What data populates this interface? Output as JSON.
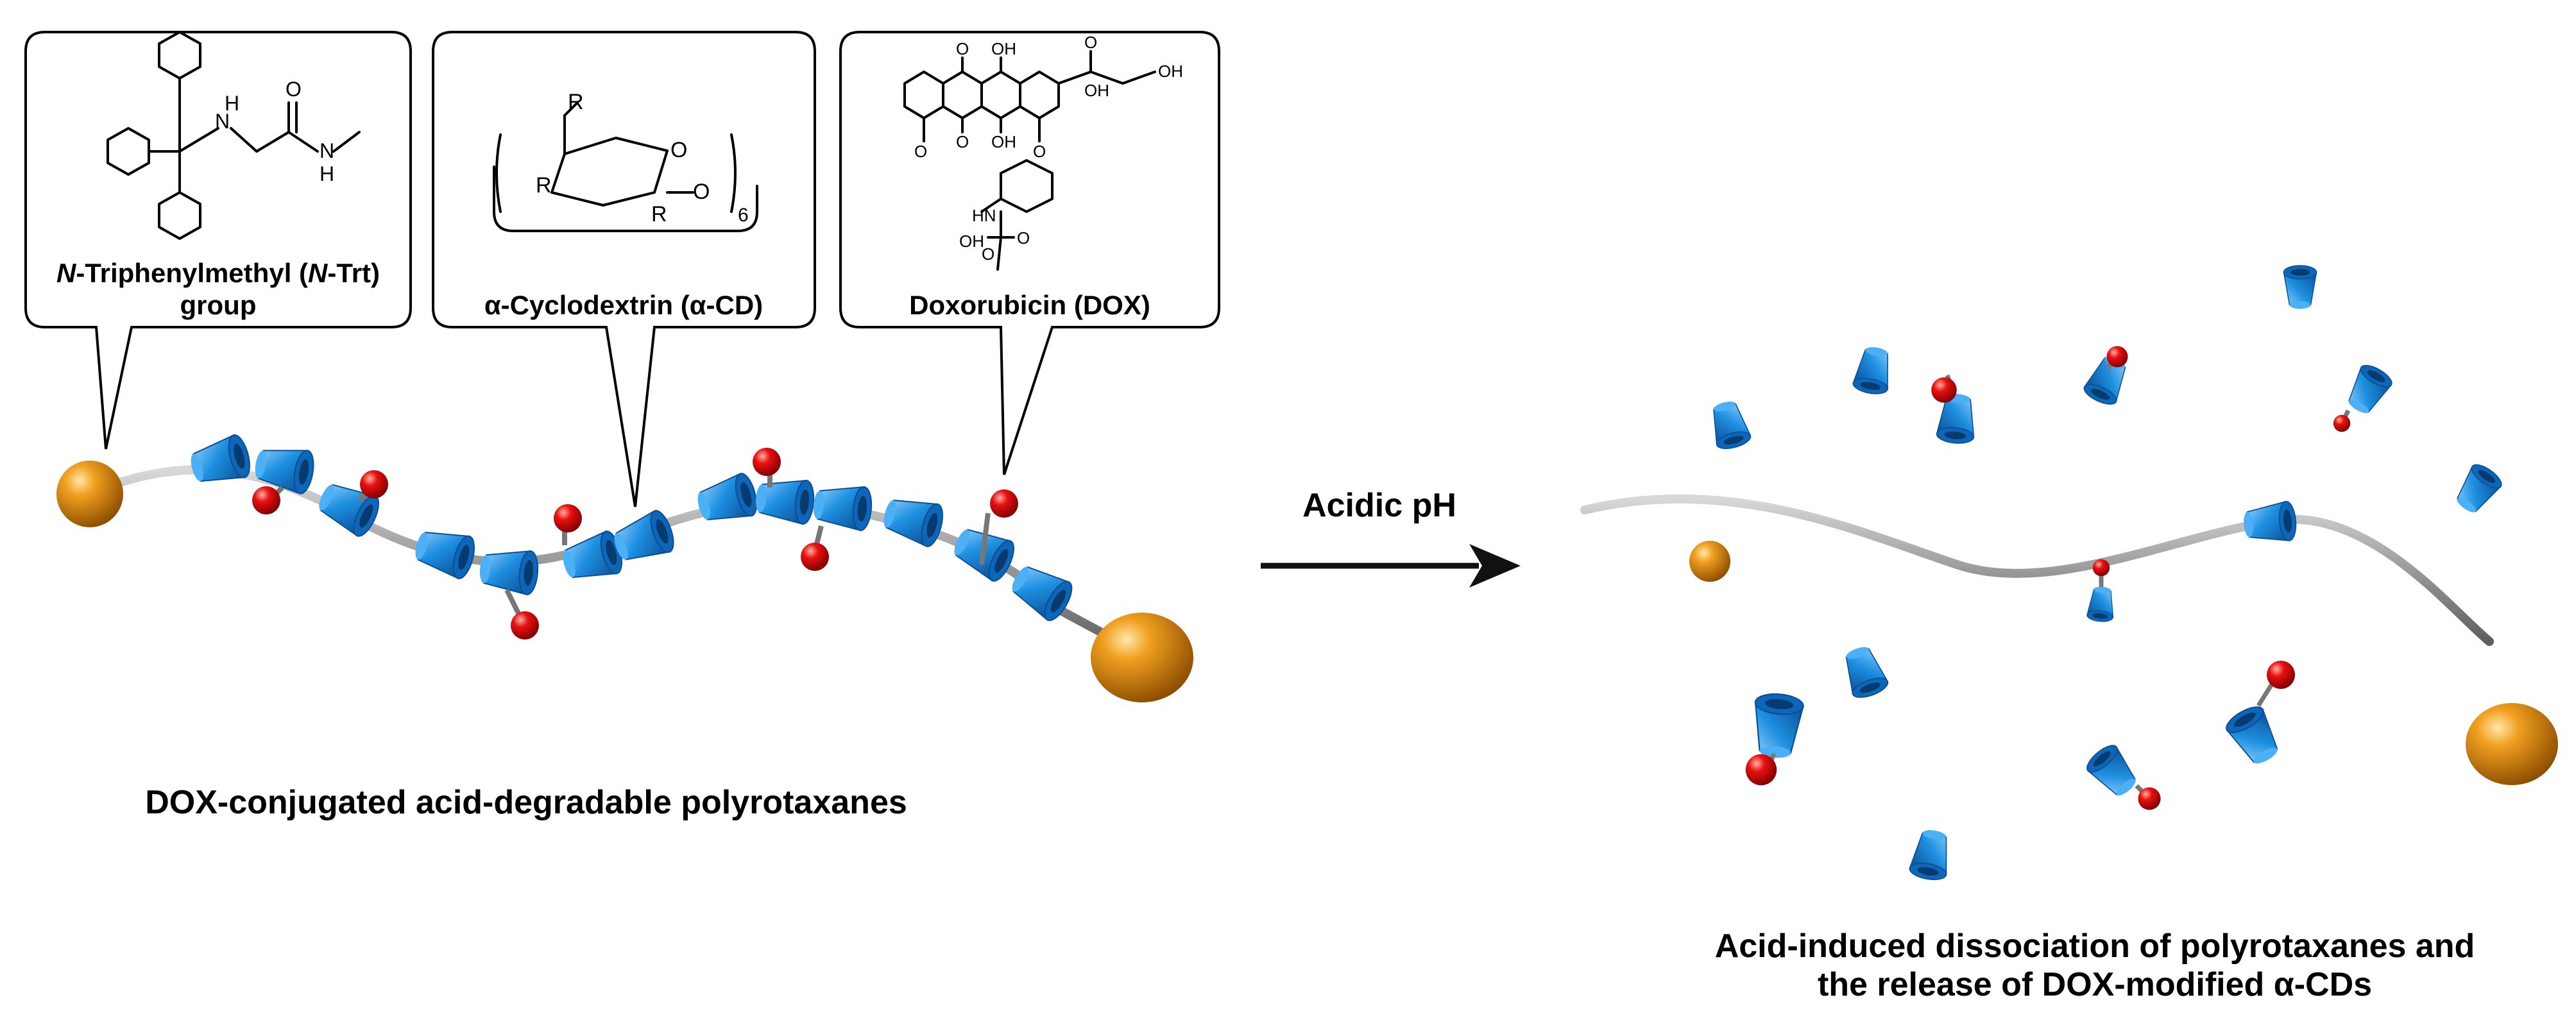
{
  "callouts": {
    "trt": {
      "title_prefix": "N",
      "title_mid": "-Triphenylmethyl (",
      "title_italic": "N",
      "title_suffix": "-Trt)",
      "title_line2": "group"
    },
    "cd": {
      "title": "α-Cyclodextrin (α-CD)"
    },
    "dox": {
      "title": "Doxorubicin (DOX)"
    }
  },
  "chem_atoms": {
    "trt": {
      "nh_n": "N",
      "nh_h": "H",
      "o": "O",
      "amide_n": "N",
      "amide_h": "H"
    },
    "cd": {
      "r_top": "R",
      "r_left": "R",
      "r_right": "R",
      "o_ring": "O",
      "o_link": "O",
      "n": "6"
    },
    "dox": {
      "o1": "O",
      "oh1": "OH",
      "o2": "O",
      "oh2": "OH",
      "oh3": "OH",
      "o3": "O",
      "oh4": "OH",
      "o4": "O",
      "o5": "O",
      "nh": "HN",
      "oh5": "OH",
      "o6": "O",
      "o7": "O"
    }
  },
  "arrow_label": "Acidic pH",
  "left_caption": "DOX-conjugated acid-degradable polyrotaxanes",
  "right_caption": {
    "line1": "Acid-induced dissociation of polyrotaxanes and",
    "line2": "the release of DOX-modified α-CDs"
  },
  "colors": {
    "ring": "#1e8fe0",
    "ring_dark": "#0a5ea8",
    "drug": "#e01010",
    "stopper": "#e88a10",
    "axle": "#9a9a9a"
  }
}
